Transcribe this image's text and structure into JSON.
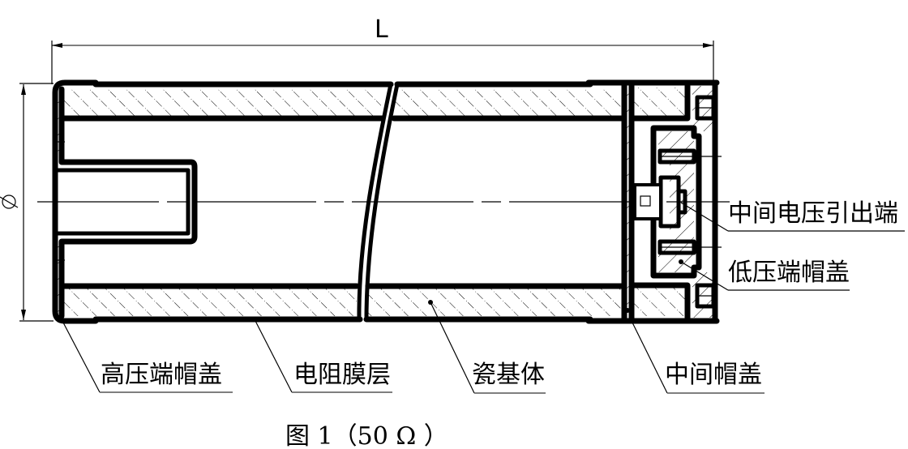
{
  "figure": {
    "caption": "图 1（50 Ω ）",
    "type": "cross-section engineering drawing of a resistor"
  },
  "dimensions": {
    "length_label": "L",
    "diameter_label": "⌀"
  },
  "labels": {
    "high_voltage_cap": "高压端帽盖",
    "resistive_film": "电阻膜层",
    "ceramic_substrate": "瓷基体",
    "middle_cap": "中间帽盖",
    "middle_voltage_terminal": "中间电压引出端",
    "low_voltage_cap": "低压端帽盖"
  },
  "colors": {
    "line": "#000000",
    "dimension": "#555555",
    "background": "#ffffff"
  }
}
